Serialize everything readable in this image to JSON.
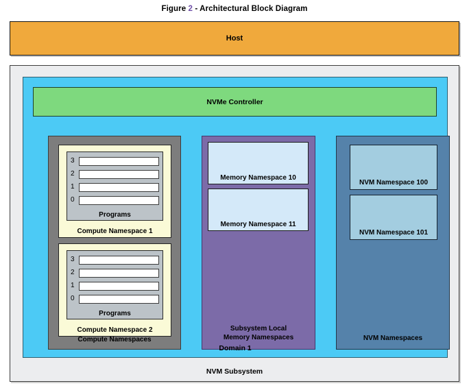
{
  "figure": {
    "prefix": "Figure",
    "number": "2",
    "separator": " - ",
    "title": "Architectural Block Diagram",
    "ref_color": "#6f4fa8"
  },
  "host": {
    "label": "Host",
    "color": "#F0A93C"
  },
  "subsystem": {
    "label": "NVM Subsystem",
    "color": "#ECEDEF"
  },
  "domain": {
    "label": "Domain 1",
    "color": "#4CCAF5"
  },
  "controller": {
    "label": "NVMe Controller",
    "color": "#7ED97E"
  },
  "compute": {
    "label": "Compute Namespaces",
    "color": "#7D7D7D",
    "namespaces": [
      {
        "label": "Compute Namespace 1",
        "color": "#FAFAD7",
        "programs": {
          "label": "Programs",
          "color": "#BCC3C8",
          "slots": [
            "3",
            "2",
            "1",
            "0"
          ]
        }
      },
      {
        "label": "Compute Namespace 2",
        "color": "#FAFAD7",
        "programs": {
          "label": "Programs",
          "color": "#BCC3C8",
          "slots": [
            "3",
            "2",
            "1",
            "0"
          ]
        }
      }
    ]
  },
  "memory": {
    "label_line1": "Subsystem Local",
    "label_line2": "Memory Namespaces",
    "color": "#7C6BA8",
    "namespaces": [
      {
        "label": "Memory Namespace 10",
        "color": "#D4E9F9"
      },
      {
        "label": "Memory Namespace 11",
        "color": "#D4E9F9"
      }
    ]
  },
  "nvm": {
    "label": "NVM Namespaces",
    "color": "#5582AA",
    "namespaces": [
      {
        "label": "NVM Namespace 100",
        "color": "#A3CDE0"
      },
      {
        "label": "NVM Namespace 101",
        "color": "#A3CDE0"
      }
    ]
  }
}
